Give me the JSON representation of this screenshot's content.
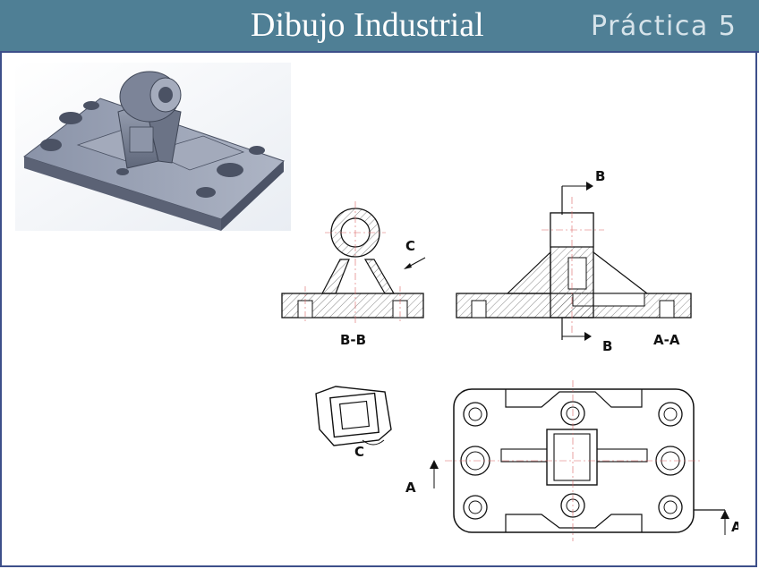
{
  "header": {
    "title": "Dibujo Industrial",
    "subtitle": "Práctica 5",
    "background_color": "#4f7f95"
  },
  "drawing": {
    "section_label_bb": "B-B",
    "section_label_aa": "A-A",
    "detail_label_c": "C",
    "view_arrow_c": "C",
    "cut_marker_b_top": "B",
    "cut_marker_b_bottom": "B",
    "cut_marker_a_left": "A",
    "cut_marker_a_right": "A"
  }
}
